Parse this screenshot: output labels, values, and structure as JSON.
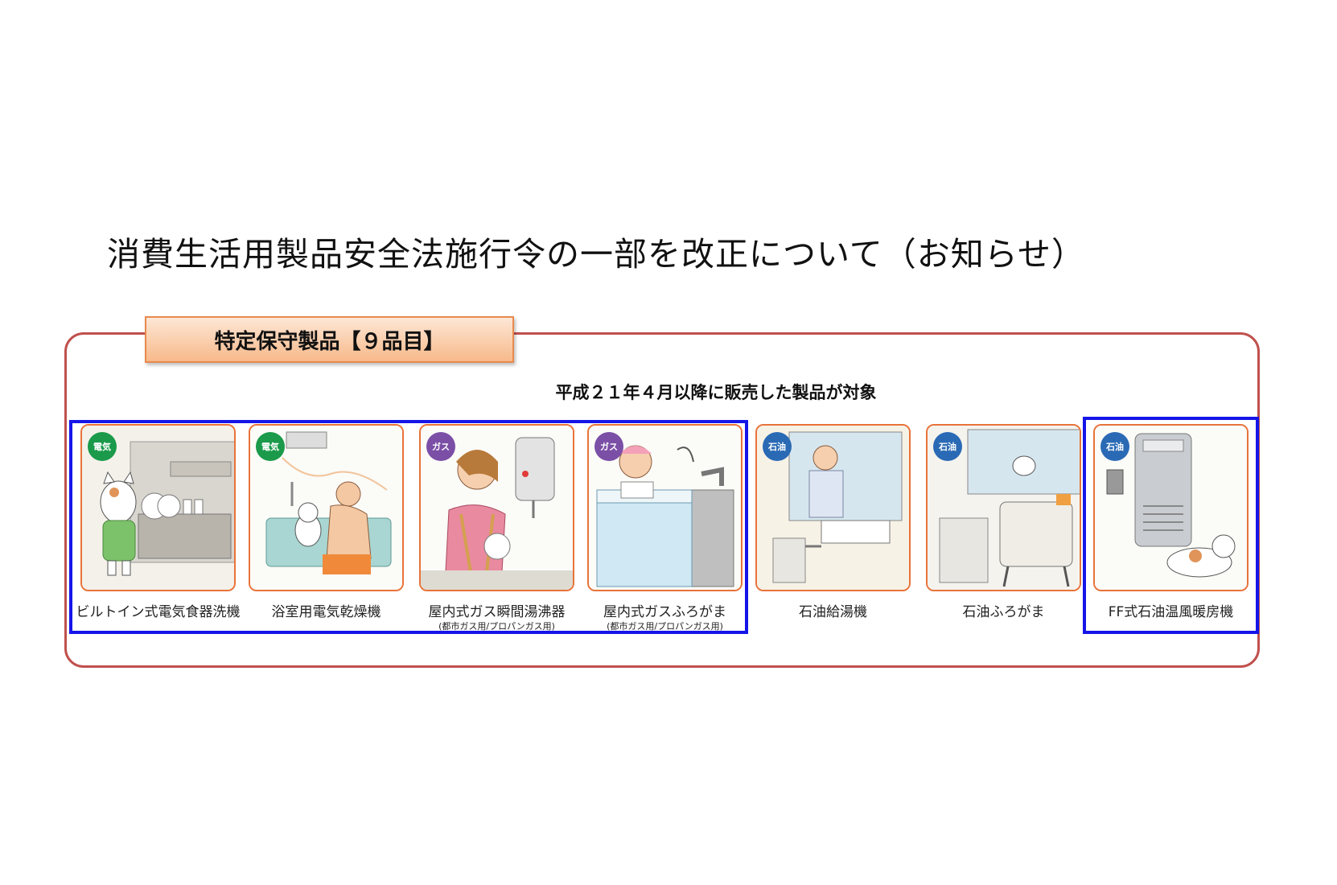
{
  "title": "消費生活用製品安全法施行令の一部を改正について（お知らせ）",
  "category_tab": "特定保守製品【９品目】",
  "subtitle": "平成２１年４月以降に販売した製品が対象",
  "colors": {
    "frame": "#c0504d",
    "highlight": "#1515e8",
    "card_border": "#e8733a",
    "electric": "#1a9a4a",
    "gas": "#7b4fa6",
    "oil": "#2a6ab5"
  },
  "products": [
    {
      "name": "ビルトイン式電気食器洗機",
      "badge": "電気",
      "icon": "dishwasher-icon",
      "note": ""
    },
    {
      "name": "浴室用電気乾燥機",
      "badge": "電気",
      "icon": "bathroom-dryer-icon",
      "note": ""
    },
    {
      "name": "屋内式ガス瞬間湯沸器",
      "badge": "ガス",
      "icon": "gas-water-heater-icon",
      "note": "(都市ガス用/プロパンガス用)"
    },
    {
      "name": "屋内式ガスふろがま",
      "badge": "ガス",
      "icon": "gas-bath-boiler-icon",
      "note": "(都市ガス用/プロパンガス用)"
    },
    {
      "name": "石油給湯機",
      "badge": "石油",
      "icon": "oil-water-heater-icon",
      "note": ""
    },
    {
      "name": "石油ふろがま",
      "badge": "石油",
      "icon": "oil-bath-boiler-icon",
      "note": ""
    },
    {
      "name": "FF式石油温風暖房機",
      "badge": "石油",
      "icon": "ff-oil-heater-icon",
      "note": ""
    }
  ]
}
